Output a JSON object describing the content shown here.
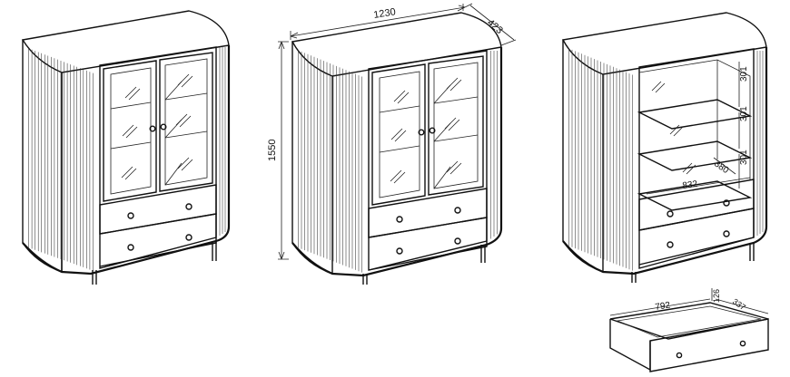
{
  "figure": {
    "views": [
      {
        "id": "closed-view",
        "label": ""
      },
      {
        "id": "dimensioned-view",
        "label": ""
      },
      {
        "id": "open-view",
        "label": ""
      },
      {
        "id": "drawer-view",
        "label": ""
      }
    ]
  },
  "dimensions": {
    "width": "1230",
    "depth": "423",
    "height": "1550",
    "shelf_1": "301",
    "shelf_2": "301",
    "shelf_3": "301",
    "shelf_depth": "380",
    "shelf_width": "832",
    "drawer_width": "792",
    "drawer_height": "126",
    "drawer_depth": "337"
  }
}
